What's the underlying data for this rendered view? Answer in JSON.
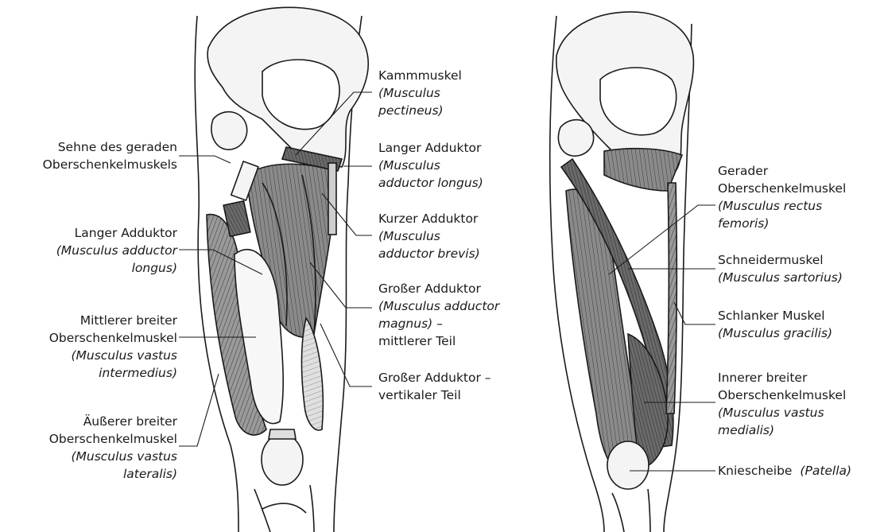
{
  "labels": {
    "sehne_rectus": {
      "line1": "Sehne des geraden",
      "line2": "Oberschenkelmuskels"
    },
    "langer_adduktor_left": {
      "name": "Langer Adduktor",
      "latin1": "(Musculus adductor",
      "latin2": "longus)"
    },
    "vastus_intermedius": {
      "line1": "Mittlerer breiter",
      "line2": "Oberschenkelmuskel",
      "latin1": "(Musculus vastus",
      "latin2": "intermedius)"
    },
    "vastus_lateralis": {
      "line1": "Äußerer breiter",
      "line2": "Oberschenkelmuskel",
      "latin1": "(Musculus vastus",
      "latin2": "lateralis)"
    },
    "kammmuskel": {
      "name": "Kammmuskel",
      "latin1": "(Musculus",
      "latin2": "pectineus)"
    },
    "langer_adduktor_mid": {
      "name": "Langer Adduktor",
      "latin1": "(Musculus",
      "latin2": "adductor longus)"
    },
    "kurzer_adduktor": {
      "name": "Kurzer Adduktor",
      "latin1": "(Musculus",
      "latin2": "adductor brevis)"
    },
    "grosser_adduktor_mittel": {
      "name": "Großer Adduktor",
      "latin1": "(Musculus adductor",
      "latin2": "magnus) –",
      "line4": "mittlerer Teil"
    },
    "grosser_adduktor_vertikal": {
      "line1": "Großer Adduktor –",
      "line2": "vertikaler Teil"
    },
    "rectus_femoris": {
      "line1": "Gerader",
      "line2": "Oberschenkelmuskel",
      "latin1": "(Musculus rectus",
      "latin2": "femoris)"
    },
    "sartorius": {
      "name": "Schneidermuskel",
      "latin": "(Musculus sartorius)"
    },
    "gracilis": {
      "name": "Schlanker Muskel",
      "latin": "(Musculus gracilis)"
    },
    "vastus_medialis": {
      "line1": "Innerer breiter",
      "line2": "Oberschenkelmuskel",
      "latin1": "(Musculus vastus",
      "latin2": "medialis)"
    },
    "patella": {
      "name": "Kniescheibe",
      "latin": "(Patella)"
    }
  },
  "colors": {
    "ink": "#1a1a1a",
    "muscle_dark": "#5a5a5a",
    "muscle_mid": "#8a8a8a",
    "muscle_light": "#c8c8c8",
    "bone": "#f4f4f4"
  }
}
